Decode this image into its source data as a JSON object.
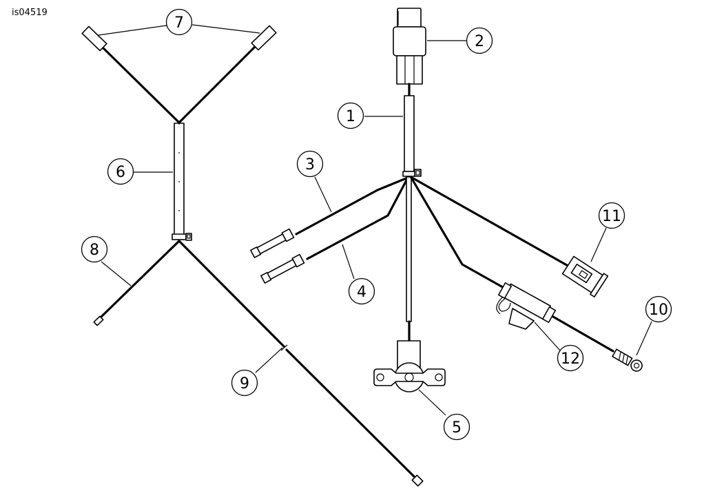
{
  "figure_id": "is04519",
  "callouts": [
    {
      "number": "1"
    },
    {
      "number": "2"
    },
    {
      "number": "3"
    },
    {
      "number": "4"
    },
    {
      "number": "5"
    },
    {
      "number": "6"
    },
    {
      "number": "7"
    },
    {
      "number": "8"
    },
    {
      "number": "9"
    },
    {
      "number": "10"
    },
    {
      "number": "11"
    },
    {
      "number": "12"
    }
  ]
}
